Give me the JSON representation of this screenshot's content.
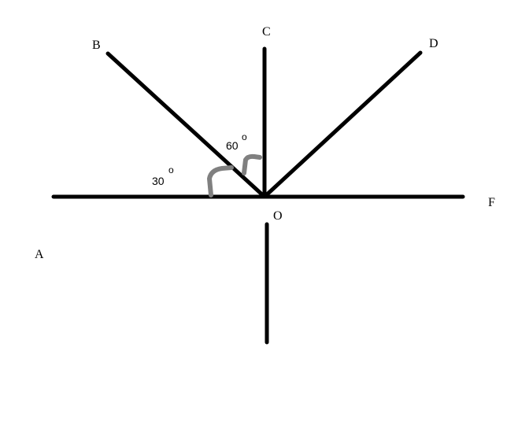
{
  "points": {
    "A": "A",
    "B": "B",
    "C": "C",
    "D": "D",
    "F": "F",
    "O": "O"
  },
  "angles": {
    "angle_AOB": {
      "value": "30",
      "degree_symbol": "o"
    },
    "angle_BOC": {
      "value": "60",
      "degree_symbol": "o"
    }
  },
  "colors": {
    "line": "#000000",
    "arc": "#808080",
    "background": "#ffffff"
  }
}
